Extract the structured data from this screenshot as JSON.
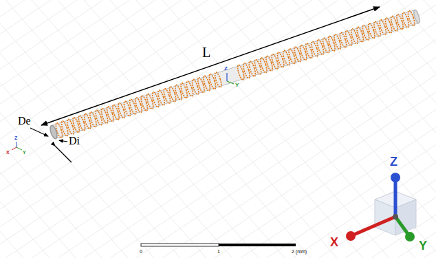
{
  "diagram": {
    "labels": [
      "L",
      "De",
      "Di",
      "Z",
      "Y",
      "Z",
      "X",
      "Y",
      "0",
      "1",
      "2 (mm)",
      "Z",
      "X",
      "Y"
    ]
  }
}
